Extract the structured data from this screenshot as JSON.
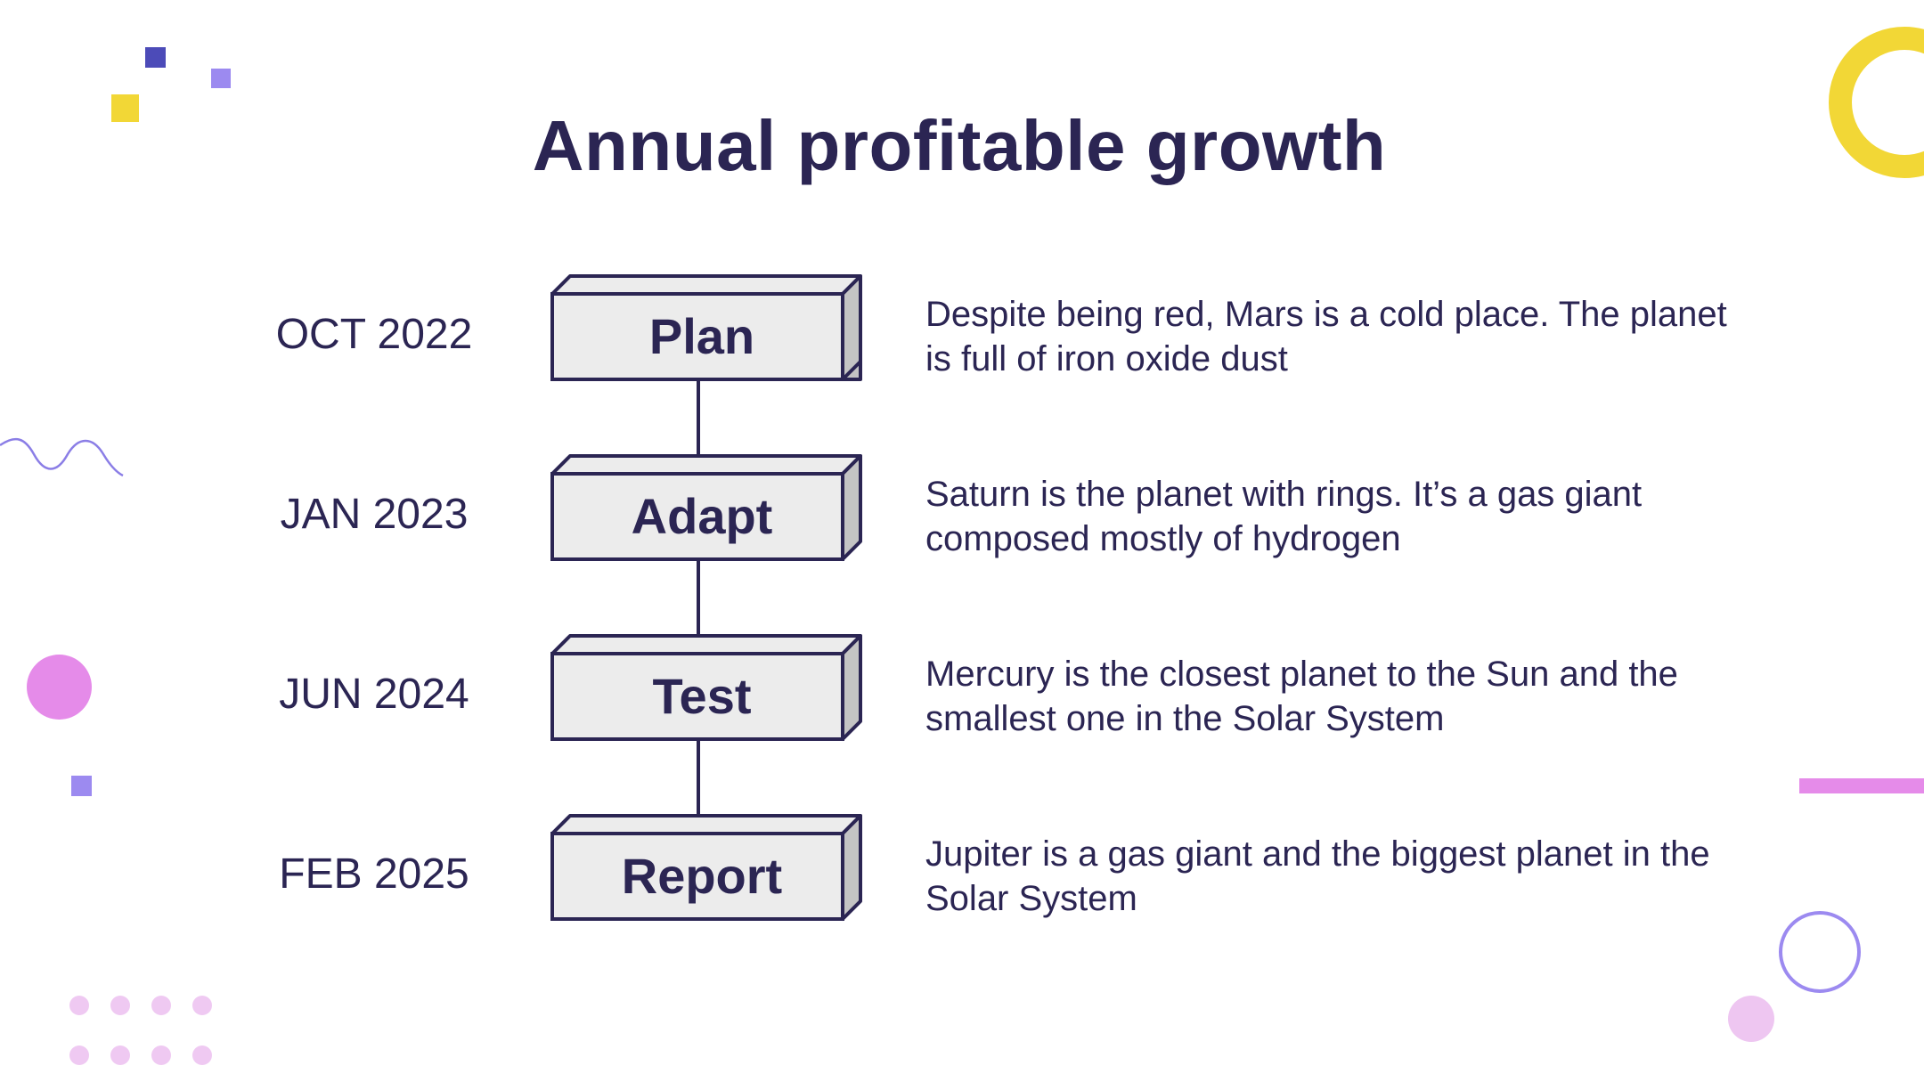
{
  "title": "Annual profitable growth",
  "steps": [
    {
      "date": "OCT 2022",
      "label": "Plan",
      "description": "Despite being red, Mars is a cold place. The planet is full of iron oxide dust"
    },
    {
      "date": "JAN 2023",
      "label": "Adapt",
      "description": "Saturn is the planet with rings. It’s a gas giant composed mostly of hydrogen"
    },
    {
      "date": "JUN 2024",
      "label": "Test",
      "description": "Mercury is the closest planet to the Sun and the smallest one in the Solar System"
    },
    {
      "date": "FEB 2025",
      "label": "Report",
      "description": "Jupiter is a gas giant and the biggest planet in the Solar System"
    }
  ],
  "colors": {
    "text": "#2b2553",
    "box_fill": "#ececec",
    "box_side": "#c4c4c4",
    "accent_yellow": "#f2d736",
    "accent_pink": "#e58be9",
    "accent_lavender": "#9c8af0",
    "accent_blue": "#4c4bb8"
  }
}
